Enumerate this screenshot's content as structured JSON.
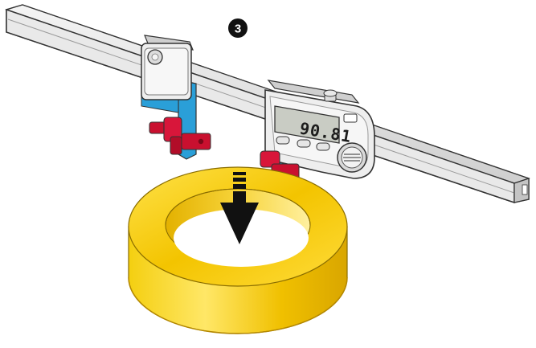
{
  "diagram": {
    "step_number": "3",
    "display_reading": "90.81",
    "colors": {
      "rail": "#e6e6e6",
      "rail_shadow": "#bdbdbd",
      "jaw_blue": "#2a9fd8",
      "clamp_red": "#c9102f",
      "ring_yellow": "#f3c400",
      "ring_shadow": "#d8a200",
      "housing": "#eeeeee",
      "lcd": "#c9ccc4",
      "arrow": "#111111"
    },
    "icons": [
      "down-arrow-icon",
      "thumb-wheel-icon",
      "step-badge"
    ]
  }
}
